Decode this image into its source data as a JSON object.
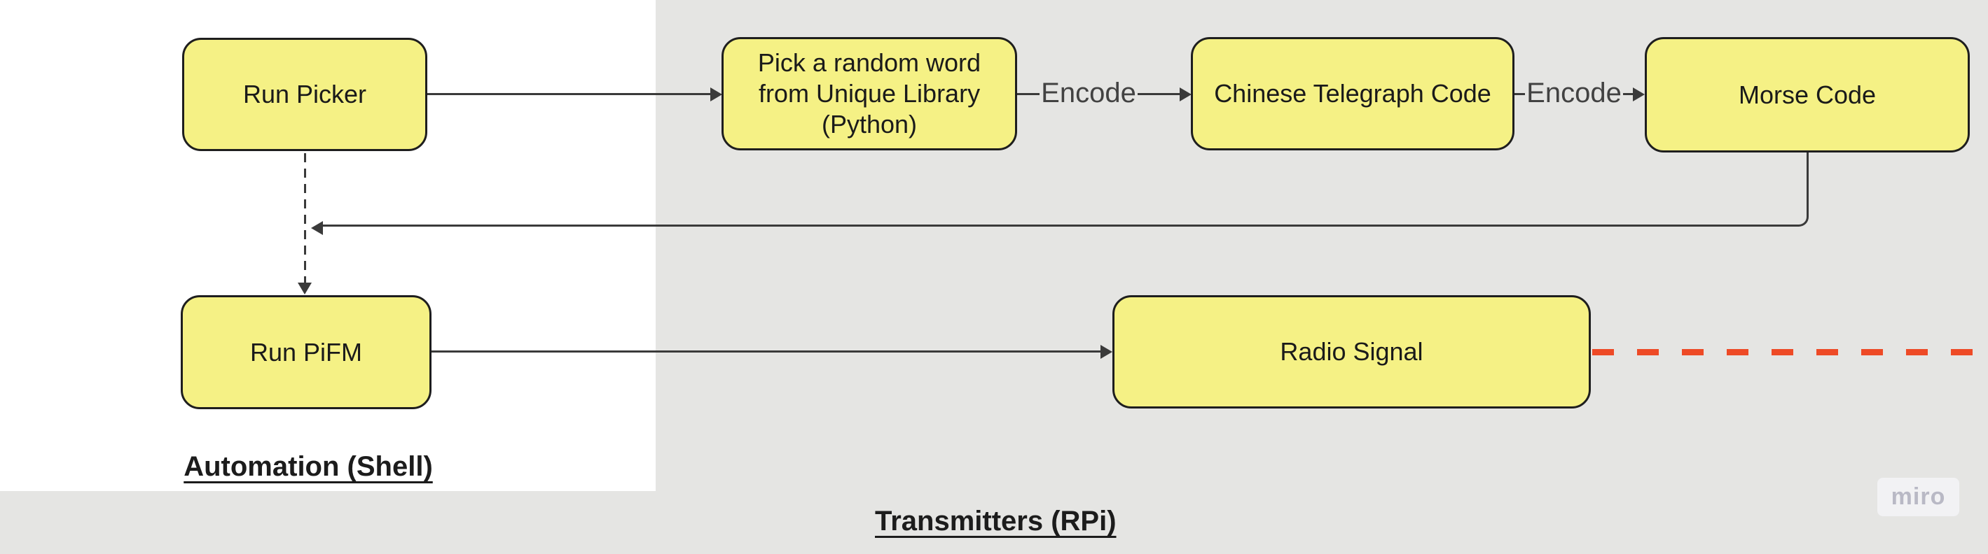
{
  "board": {
    "frames": [
      {
        "title": "Automation (Shell)"
      },
      {
        "title": "Transmitters (RPi)"
      }
    ],
    "nodes": [
      {
        "id": "run-picker",
        "label": "Run Picker"
      },
      {
        "id": "pick-random-word",
        "label": "Pick a random word from Unique Library (Python)"
      },
      {
        "id": "chinese-telegraph-code",
        "label": "Chinese Telegraph Code"
      },
      {
        "id": "morse-code",
        "label": "Morse Code"
      },
      {
        "id": "run-pifm",
        "label": "Run PiFM"
      },
      {
        "id": "radio-signal",
        "label": "Radio Signal"
      }
    ],
    "edge_labels": [
      {
        "label": "Encode"
      },
      {
        "label": "Encode"
      }
    ],
    "watermark": "miro",
    "colors": {
      "node_fill": "#F5F185",
      "node_border": "#1E1E1E",
      "connector": "#3A3A3A",
      "signal_red": "#EE4A26",
      "canvas_gray": "#E5E5E3",
      "frame_white": "#FFFFFF"
    }
  }
}
